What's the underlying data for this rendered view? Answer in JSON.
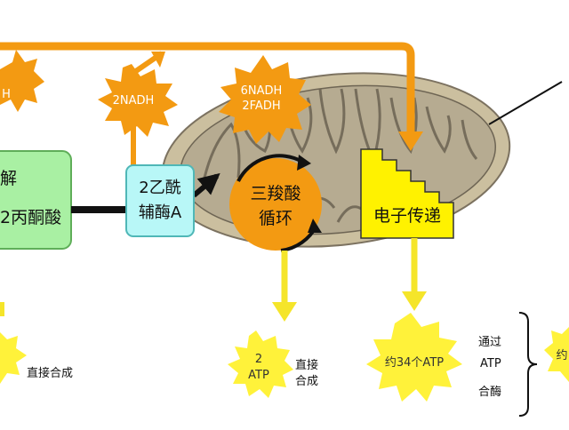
{
  "bursts": {
    "nadh_partial": "H",
    "nadh_2": "2NADH",
    "nadh_6_line1": "6NADH",
    "nadh_6_line2": "2FADH",
    "atp_2_line1": "2",
    "atp_2_line2": "ATP",
    "atp_34": "约34个ATP",
    "atp_partial": "约"
  },
  "boxes": {
    "glycolysis_line1": "解",
    "glycolysis_line2": "2丙酮酸",
    "acetyl_coa_line1": "2乙酰",
    "acetyl_coa_line2": "辅酶A",
    "krebs_line1": "三羧酸",
    "krebs_line2": "循环",
    "electron_transport": "电子传递"
  },
  "labels": {
    "direct_synthesis_left": "直接合成",
    "direct_synthesis_mid_line1": "直接",
    "direct_synthesis_mid_line2": "合成",
    "via_line1": "通过",
    "via_line2": "ATP",
    "via_line3": "合酶"
  },
  "colors": {
    "orange": "#f39a12",
    "yellow_arrow": "#f5e52a",
    "yellow_burst": "#fff23a",
    "green_box": "#a9f0a3",
    "cyan_box": "#b8f7f7",
    "et_yellow": "#fff200",
    "mito_outer": "#c9c0a8",
    "mito_inner": "#9a9080"
  }
}
